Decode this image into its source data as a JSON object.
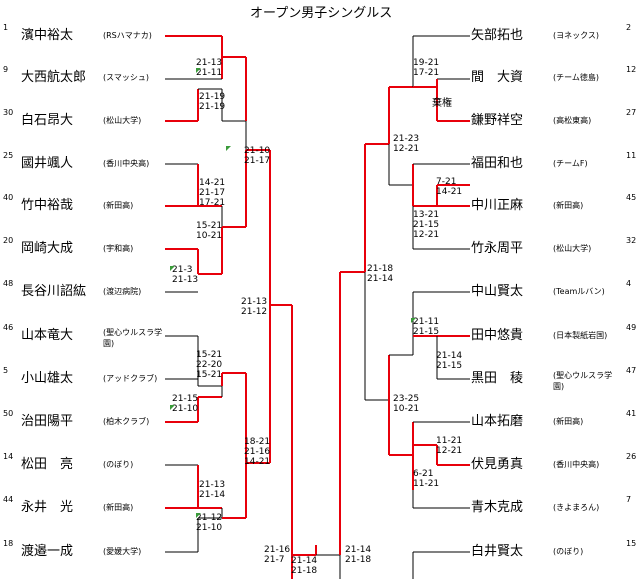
{
  "title": "オープン男子シングルス",
  "colors": {
    "win": "#e8000b",
    "line": "#000000",
    "flag": "#3a9b3a"
  },
  "left_players": [
    {
      "seed": "1",
      "name": "濱中裕太",
      "aff": "(RSハマナカ)"
    },
    {
      "seed": "9",
      "name": "大西航太郎",
      "aff": "(スマッシュ)"
    },
    {
      "seed": "30",
      "name": "白石昂大",
      "aff": "(松山大学)"
    },
    {
      "seed": "25",
      "name": "國井颯人",
      "aff": "(香川中央高)"
    },
    {
      "seed": "40",
      "name": "竹中裕哉",
      "aff": "(新田高)"
    },
    {
      "seed": "20",
      "name": "岡崎大成",
      "aff": "(宇和高)"
    },
    {
      "seed": "48",
      "name": "長谷川詔紘",
      "aff": "(渡辺病院)"
    },
    {
      "seed": "46",
      "name": "山本竜大",
      "aff": "(聖心ウルスラ学園)"
    },
    {
      "seed": "5",
      "name": "小山雄太",
      "aff": "(アッドクラブ)"
    },
    {
      "seed": "50",
      "name": "治田陽平",
      "aff": "(柏木クラブ)"
    },
    {
      "seed": "14",
      "name": "松田　亮",
      "aff": "(のぼり)"
    },
    {
      "seed": "44",
      "name": "永井　光",
      "aff": "(新田高)"
    },
    {
      "seed": "18",
      "name": "渡邉一成",
      "aff": "(愛媛大学)"
    }
  ],
  "right_players": [
    {
      "seed": "2",
      "name": "矢部拓也",
      "aff": "(ヨネックス)"
    },
    {
      "seed": "12",
      "name": "間　大資",
      "aff": "(チーム徳島)"
    },
    {
      "seed": "27",
      "name": "鎌野祥空",
      "aff": "(高松東高)"
    },
    {
      "seed": "11",
      "name": "福田和也",
      "aff": "(チームF)"
    },
    {
      "seed": "45",
      "name": "中川正麻",
      "aff": "(新田高)"
    },
    {
      "seed": "32",
      "name": "竹永周平",
      "aff": "(松山大学)"
    },
    {
      "seed": "4",
      "name": "中山賢太",
      "aff": "(Teamルバン)"
    },
    {
      "seed": "49",
      "name": "田中悠貴",
      "aff": "(日本製紙岩国)"
    },
    {
      "seed": "47",
      "name": "黒田　稜",
      "aff": "(聖心ウルスラ学園)"
    },
    {
      "seed": "41",
      "name": "山本拓磨",
      "aff": "(新田高)"
    },
    {
      "seed": "26",
      "name": "伏見勇真",
      "aff": "(香川中央高)"
    },
    {
      "seed": "7",
      "name": "青木克成",
      "aff": "(きよまろん)"
    },
    {
      "seed": "15",
      "name": "白井賢太",
      "aff": "(のぼり)"
    }
  ],
  "scores": {
    "l_r1_a": "21-13\n21-11",
    "l_r1_b": "21-19\n21-19",
    "l_r2_a": "21-10\n21-17",
    "l_r1_c": "14-21\n21-17\n17-21",
    "l_r1_d": "15-21\n10-21",
    "l_r1_e": "21-3\n21-13",
    "l_r3_a": "21-13\n21-12",
    "l_r1_f": "15-21\n22-20\n15-21",
    "l_r1_g": "21-15\n21-10",
    "l_r2_b": "18-21\n21-16\n14-21",
    "l_r1_h": "21-13\n21-14",
    "l_r1_i": "21-12\n21-10",
    "bottom_left": "21-16\n21-7",
    "bottom_center": "21-14\n21-18",
    "bottom_right": "21-14\n21-18",
    "r_r1_a": "19-21\n17-21",
    "retire": "棄権",
    "r_r2_a": "21-23\n12-21",
    "r_r1_b": "7-21\n14-21",
    "r_r1_c": "13-21\n21-15\n12-21",
    "r_r3_a": "21-18\n21-14",
    "r_r1_d": "21-11\n21-15",
    "r_r1_e": "21-14\n21-15",
    "r_r2_b": "23-25\n10-21",
    "r_r1_f": "11-21\n12-21",
    "r_r1_g": "6-21\n11-21"
  }
}
